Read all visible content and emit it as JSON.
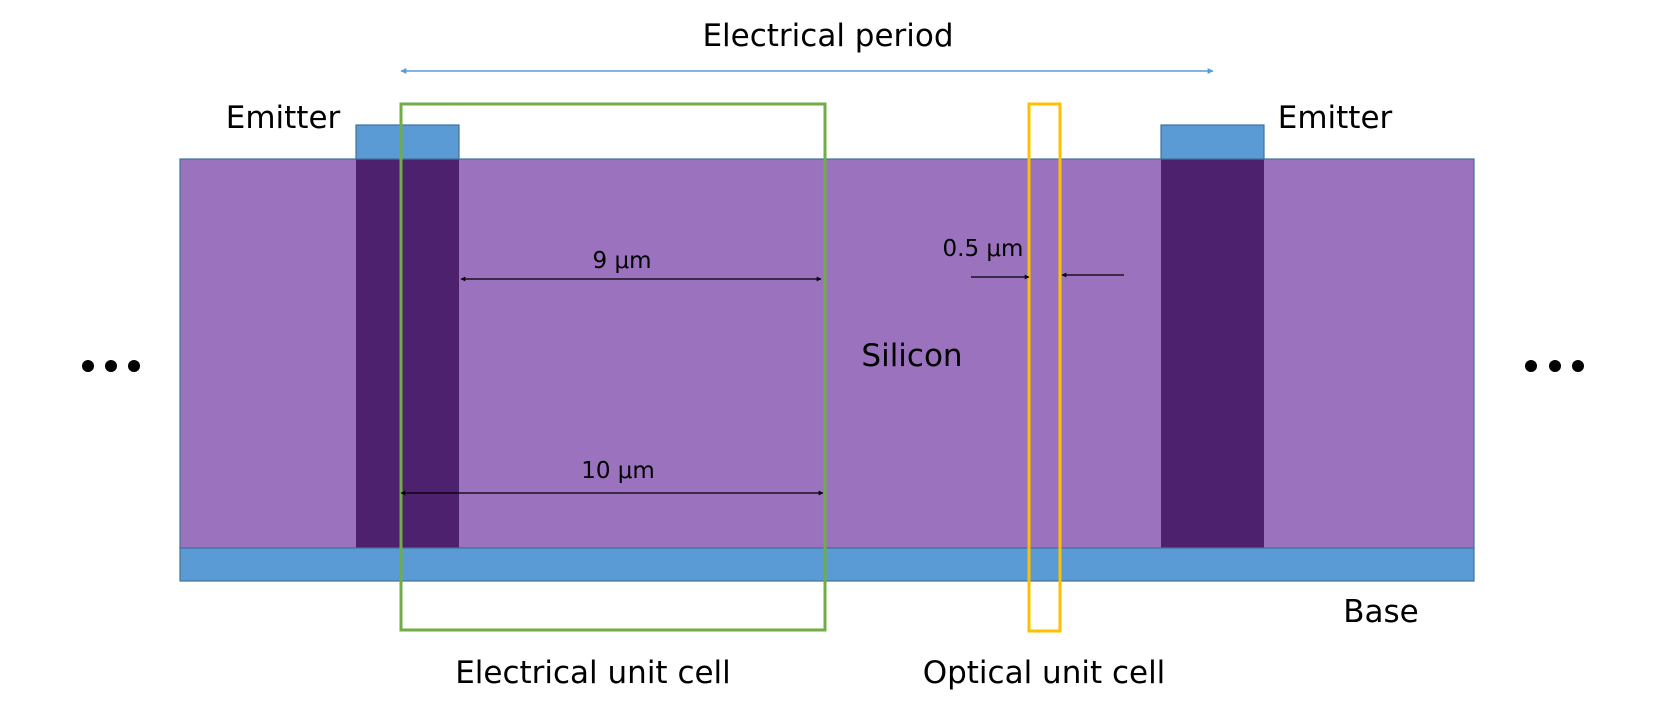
{
  "labels": {
    "electrical_period": "Electrical period",
    "emitter_left": "Emitter",
    "emitter_right": "Emitter",
    "silicon": "Silicon",
    "base": "Base",
    "electrical_unit_cell": "Electrical unit cell",
    "optical_unit_cell": "Optical unit cell",
    "ellipsis_left": "...",
    "ellipsis_right": "..."
  },
  "dimensions": {
    "gap_9": "9 μm",
    "gap_10": "10 μm",
    "width_05": "0.5 μm"
  },
  "colors": {
    "silicon": "#9b72be",
    "emitter_diffusion": "#4d216d",
    "contact": "#5b9bd5",
    "contact_border": "#41719c",
    "electrical_cell": "#70ad47",
    "optical_cell": "#ffc000",
    "period_arrow": "#5b9bd5",
    "dimension_arrow": "#000000"
  }
}
